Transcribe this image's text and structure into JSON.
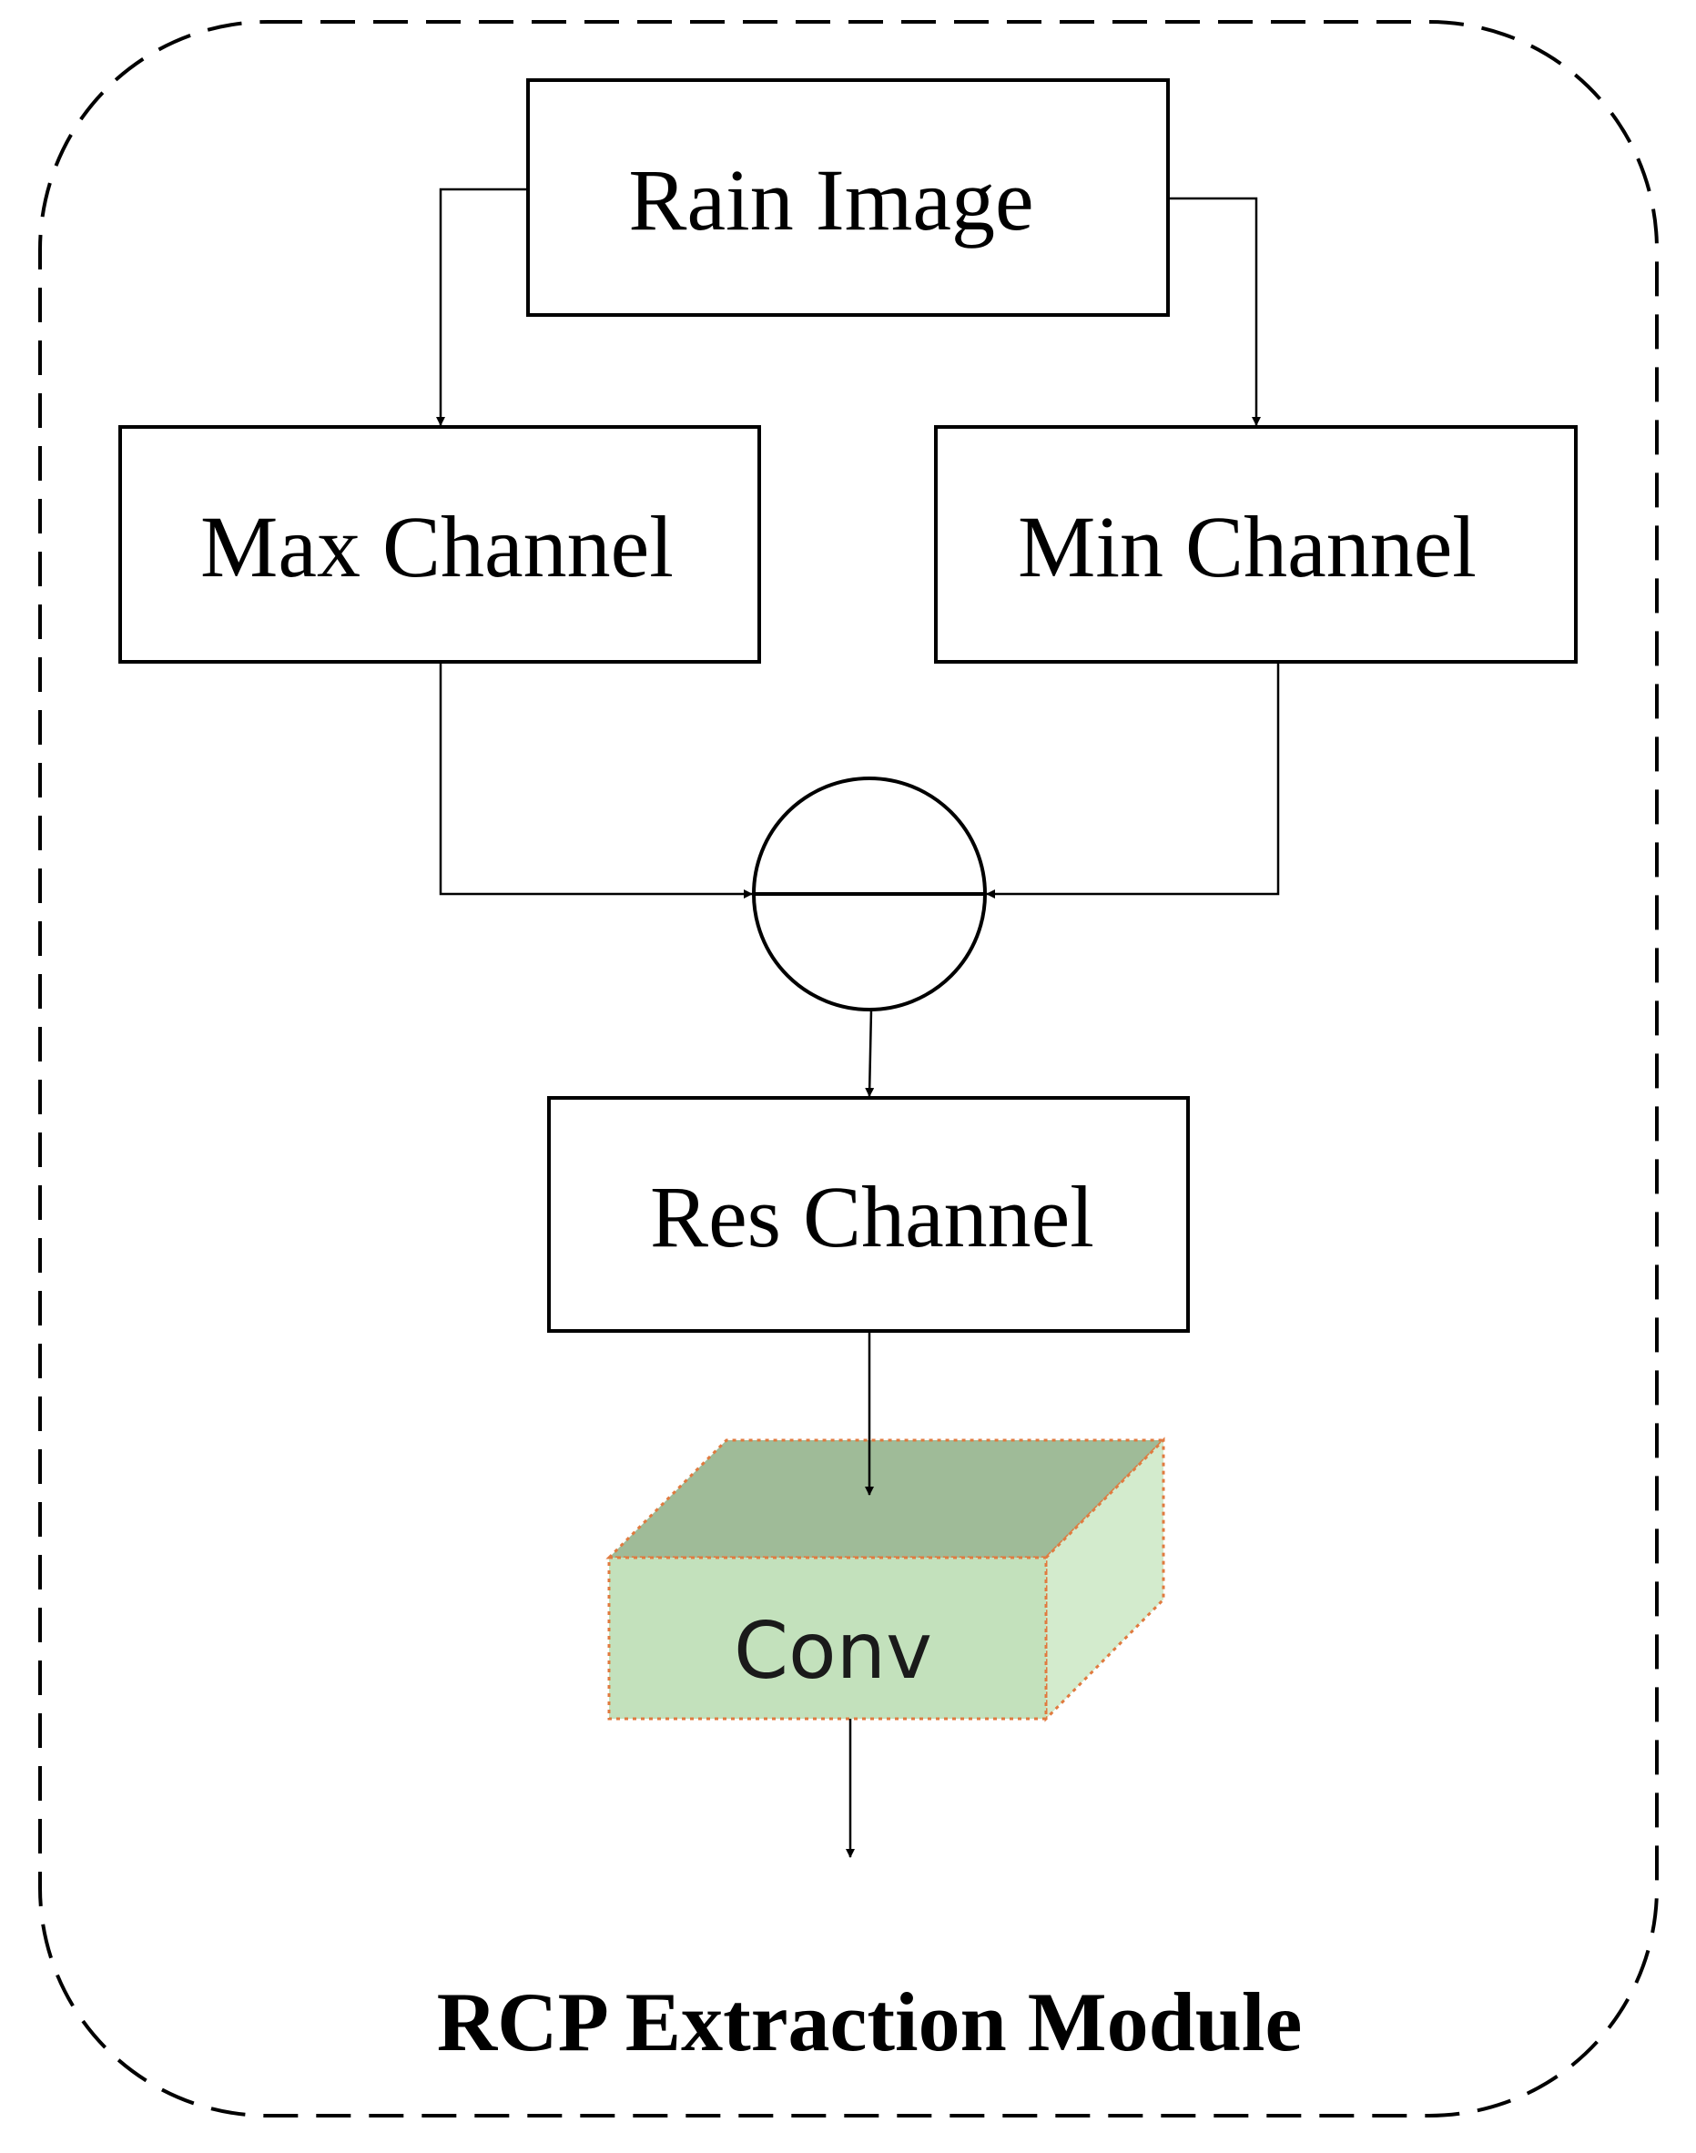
{
  "module_title": "RCP Extraction Module",
  "nodes": {
    "rain_image": "Rain Image",
    "max_channel": "Max Channel",
    "min_channel": "Min Channel",
    "res_channel": "Res Channel",
    "conv": "Conv"
  },
  "colors": {
    "conv_top": "#9fbb98",
    "conv_front": "#c3e1bc",
    "conv_side": "#d3ebcd",
    "conv_border": "#e07a3f",
    "line": "#000000"
  }
}
